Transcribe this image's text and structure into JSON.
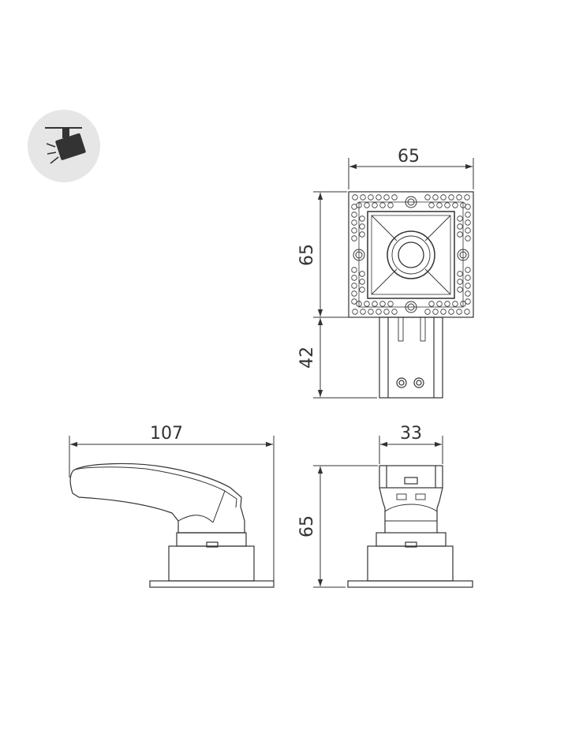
{
  "icon": {
    "name": "spotlight-badge-icon",
    "circle_fill": "#e6e6e6",
    "device_fill": "#333333"
  },
  "line_color": "#333333",
  "dimensions": {
    "top_width": "65",
    "top_height": "65",
    "driver_height": "42",
    "side_length": "107",
    "front_width": "33",
    "front_height": "65"
  }
}
